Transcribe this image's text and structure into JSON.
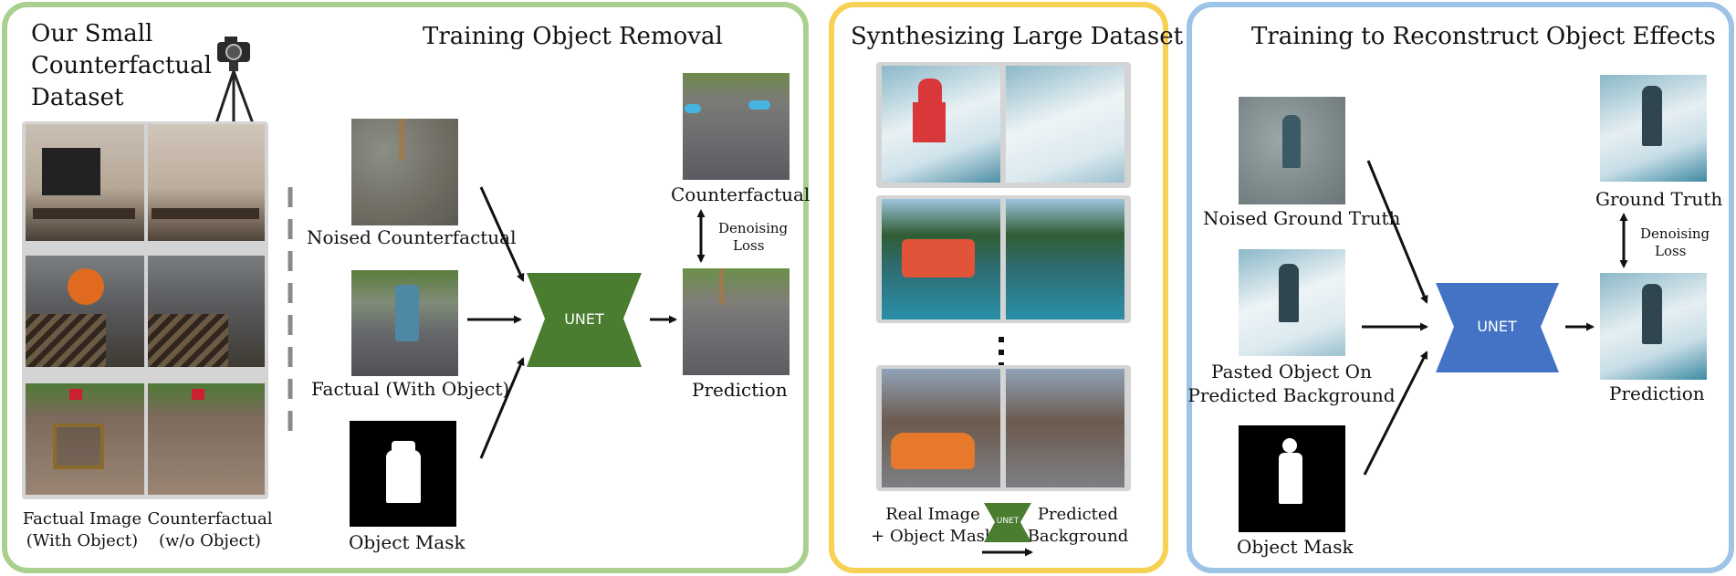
{
  "colors": {
    "panel1": "#a9d08e",
    "panel2": "#f7d154",
    "panel3": "#9dc3e6",
    "unet_green": "#4a7d2f",
    "unet_blue": "#4472c4"
  },
  "panel1": {
    "dataset_title_1": "Our Small",
    "dataset_title_2": "Counterfactual",
    "dataset_title_3": "Dataset",
    "title": "Training Object Removal",
    "cap_factual_1": "Factual Image",
    "cap_factual_2": "(With Object)",
    "cap_counter_1": "Counterfactual",
    "cap_counter_2": "(w/o Object)",
    "noised_label": "Noised Counterfactual",
    "factual_label": "Factual (With Object)",
    "mask_label": "Object Mask",
    "unet_label": "UNET",
    "counterfactual_label": "Counterfactual",
    "loss_1": "Denoising",
    "loss_2": "Loss",
    "prediction_label": "Prediction"
  },
  "panel2": {
    "title": "Synthesizing Large Dataset",
    "real_1": "Real Image",
    "real_2": "+ Object Mask",
    "unet_label": "UNET",
    "pred_1": "Predicted",
    "pred_2": "Background"
  },
  "panel3": {
    "title": "Training to Reconstruct Object Effects",
    "noised_label": "Noised Ground Truth",
    "pasted_1": "Pasted Object On",
    "pasted_2": "Predicted Background",
    "mask_label": "Object Mask",
    "unet_label": "UNET",
    "gt_label": "Ground Truth",
    "loss_1": "Denoising",
    "loss_2": "Loss",
    "prediction_label": "Prediction"
  }
}
